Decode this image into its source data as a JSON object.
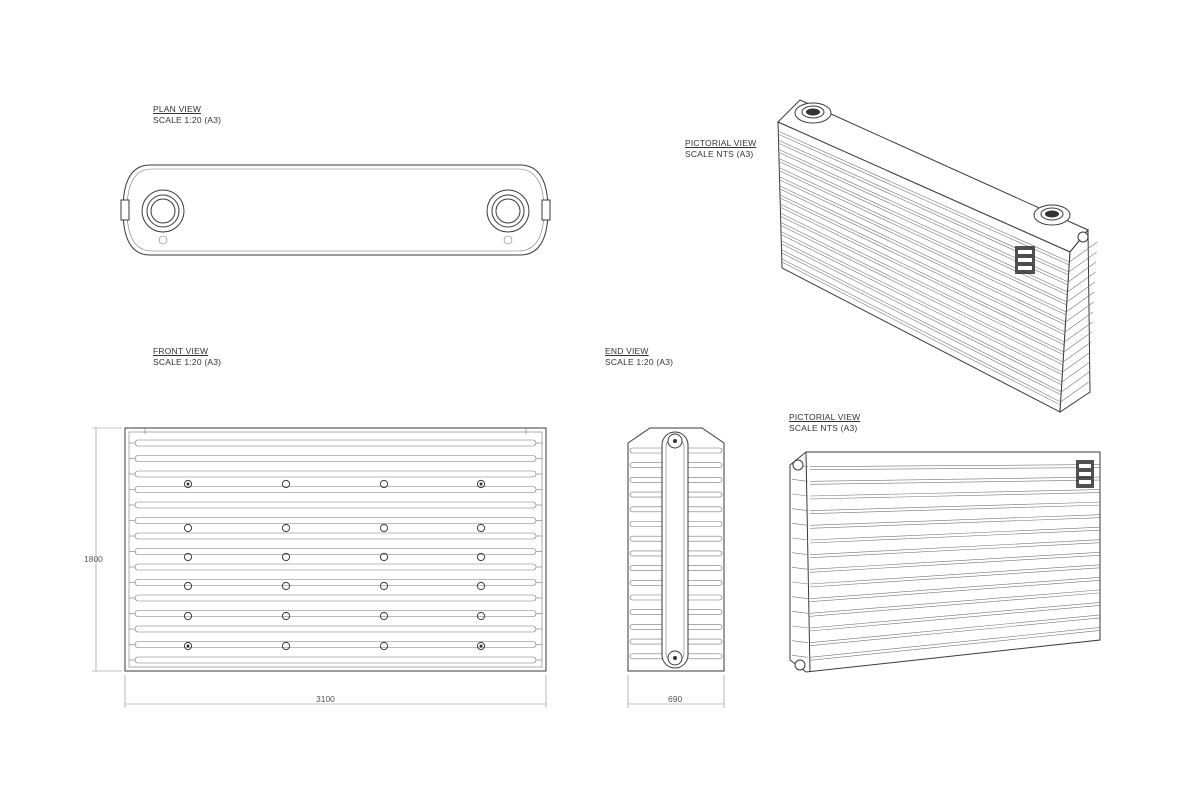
{
  "views": {
    "plan": {
      "title": "PLAN VIEW",
      "scale": "SCALE 1:20 (A3)"
    },
    "front": {
      "title": "FRONT VIEW",
      "scale": "SCALE 1:20 (A3)"
    },
    "end": {
      "title": "END VIEW",
      "scale": "SCALE 1:20 (A3)"
    },
    "pictorial_top": {
      "title": "PICTORIAL VIEW",
      "scale": "SCALE NTS (A3)"
    },
    "pictorial_bottom": {
      "title": "PICTORIAL VIEW",
      "scale": "SCALE NTS (A3)"
    }
  },
  "dimensions": {
    "front_height": "1800",
    "front_width": "3100",
    "end_width": "690"
  },
  "colors": {
    "line": "#3a3a3a",
    "dimension": "#888888",
    "background": "#ffffff"
  }
}
